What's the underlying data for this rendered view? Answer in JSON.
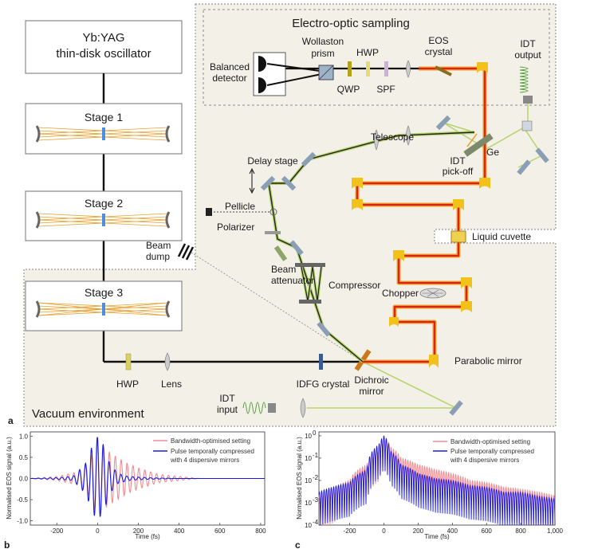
{
  "colors": {
    "panel_bg": "#f3f0e8",
    "border": "#9a9a9a",
    "red_beam": "#e02010",
    "orange_beam": "#e8a030",
    "green_beam": "#b6d36a",
    "dark_beam": "#111111",
    "mirror_blue": "#8a9fb5",
    "parabolic": "#f2c21a",
    "crystal": "#b38a1c",
    "pink_series": "#f08a90",
    "blue_series": "#1a1adf"
  },
  "diagram": {
    "oscillator": {
      "line1": "Yb:YAG",
      "line2": "thin-disk oscillator"
    },
    "stages": [
      "Stage 1",
      "Stage 2",
      "Stage 3"
    ],
    "eos_title": "Electro-optic sampling",
    "balanced_detector": {
      "line1": "Balanced",
      "line2": "detector"
    },
    "wollaston": {
      "line1": "Wollaston",
      "line2": "prism"
    },
    "hwp": "HWP",
    "qwp": "QWP",
    "spf": "SPF",
    "eos_crystal": {
      "line1": "EOS",
      "line2": "crystal"
    },
    "idt_output": {
      "line1": "IDT",
      "line2": "output"
    },
    "telescope": "Telescope",
    "ge": "Ge",
    "idt_pickoff": {
      "line1": "IDT",
      "line2": "pick-off"
    },
    "delay_stage": "Delay stage",
    "pellicle": "Pellicle",
    "polarizer": "Polarizer",
    "beam_dump": {
      "line1": "Beam",
      "line2": "dump"
    },
    "beam_attenuator": {
      "line1": "Beam",
      "line2": "attenuator"
    },
    "compressor": "Compressor",
    "chopper": "Chopper",
    "liquid_cuvette": "Liquid cuvette",
    "parabolic_mirror": "Parabolic mirror",
    "hwp_lower": "HWP",
    "lens": "Lens",
    "idfg_crystal": "IDFG crystal",
    "dichroic": {
      "line1": "Dichroic",
      "line2": "mirror"
    },
    "idt_input": {
      "line1": "IDT",
      "line2": "input"
    },
    "vacuum": "Vacuum environment",
    "panel_a": "a",
    "panel_b": "b",
    "panel_c": "c"
  },
  "chart_data": [
    {
      "type": "line",
      "xlabel": "Time (fs)",
      "ylabel": "Normalised EOS signal (a.u.)",
      "xlim": [
        -330,
        820
      ],
      "ylim": [
        -1.1,
        1.1
      ],
      "xticks": [
        -200,
        0,
        200,
        400,
        600,
        800
      ],
      "xticklabels": [
        "-200",
        "0",
        "200",
        "400",
        "600",
        "800"
      ],
      "yticks": [
        -1.0,
        -0.5,
        0.0,
        0.5,
        1.0
      ],
      "yticklabels": [
        "-1.0",
        "-0.5",
        "0.0",
        "0.5",
        "1.0"
      ],
      "legend_position": "top-right",
      "series": [
        {
          "name": "Bandwidth-optimised setting",
          "envelope": [
            [
              -330,
              0.0
            ],
            [
              -200,
              0.05
            ],
            [
              -100,
              0.15
            ],
            [
              -40,
              0.4
            ],
            [
              0,
              0.95
            ],
            [
              40,
              0.7
            ],
            [
              80,
              0.55
            ],
            [
              150,
              0.35
            ],
            [
              200,
              0.25
            ],
            [
              300,
              0.1
            ],
            [
              420,
              0.04
            ],
            [
              500,
              0.0
            ],
            [
              820,
              0.0
            ]
          ],
          "period_fs": 29
        },
        {
          "name": "Pulse temporally compressed\nwith 4 dispersive mirrors",
          "envelope": [
            [
              -330,
              0.0
            ],
            [
              -200,
              0.02
            ],
            [
              -120,
              0.05
            ],
            [
              -60,
              0.35
            ],
            [
              -20,
              0.85
            ],
            [
              0,
              1.0
            ],
            [
              30,
              0.8
            ],
            [
              60,
              0.35
            ],
            [
              100,
              0.12
            ],
            [
              150,
              0.05
            ],
            [
              250,
              0.02
            ],
            [
              400,
              0.0
            ],
            [
              820,
              0.0
            ]
          ],
          "period_fs": 29
        }
      ]
    },
    {
      "type": "line",
      "xlabel": "Time (fs)",
      "ylabel": "Normalised EOS signal (a.u.)",
      "yscale": "log",
      "xlim": [
        -380,
        1000
      ],
      "ylim": [
        0.0001,
        1.5
      ],
      "xticks": [
        -200,
        0,
        200,
        400,
        600,
        800,
        1000
      ],
      "xticklabels": [
        "-200",
        "0",
        "200",
        "400",
        "600",
        "800",
        "1,000"
      ],
      "yticks": [
        0.0001,
        0.001,
        0.01,
        0.1,
        1
      ],
      "legend_position": "top-right",
      "series": [
        {
          "name": "Bandwidth-optimised setting",
          "envelope": [
            [
              -380,
              0.002
            ],
            [
              -300,
              0.004
            ],
            [
              -200,
              0.01
            ],
            [
              -100,
              0.05
            ],
            [
              -30,
              0.3
            ],
            [
              0,
              1.0
            ],
            [
              40,
              0.3
            ],
            [
              100,
              0.1
            ],
            [
              200,
              0.05
            ],
            [
              300,
              0.03
            ],
            [
              400,
              0.02
            ],
            [
              500,
              0.01
            ],
            [
              600,
              0.008
            ],
            [
              700,
              0.005
            ],
            [
              800,
              0.004
            ],
            [
              900,
              0.003
            ],
            [
              1000,
              0.002
            ]
          ],
          "period_fs": 14
        },
        {
          "name": "Pulse temporally compressed\nwith 4 dispersive mirrors",
          "envelope": [
            [
              -380,
              0.003
            ],
            [
              -300,
              0.005
            ],
            [
              -200,
              0.008
            ],
            [
              -100,
              0.03
            ],
            [
              -30,
              0.4
            ],
            [
              0,
              1.0
            ],
            [
              40,
              0.2
            ],
            [
              100,
              0.05
            ],
            [
              200,
              0.02
            ],
            [
              300,
              0.012
            ],
            [
              400,
              0.01
            ],
            [
              500,
              0.006
            ],
            [
              600,
              0.005
            ],
            [
              700,
              0.003
            ],
            [
              800,
              0.003
            ],
            [
              900,
              0.002
            ],
            [
              1000,
              0.0015
            ]
          ],
          "period_fs": 14
        }
      ]
    }
  ]
}
